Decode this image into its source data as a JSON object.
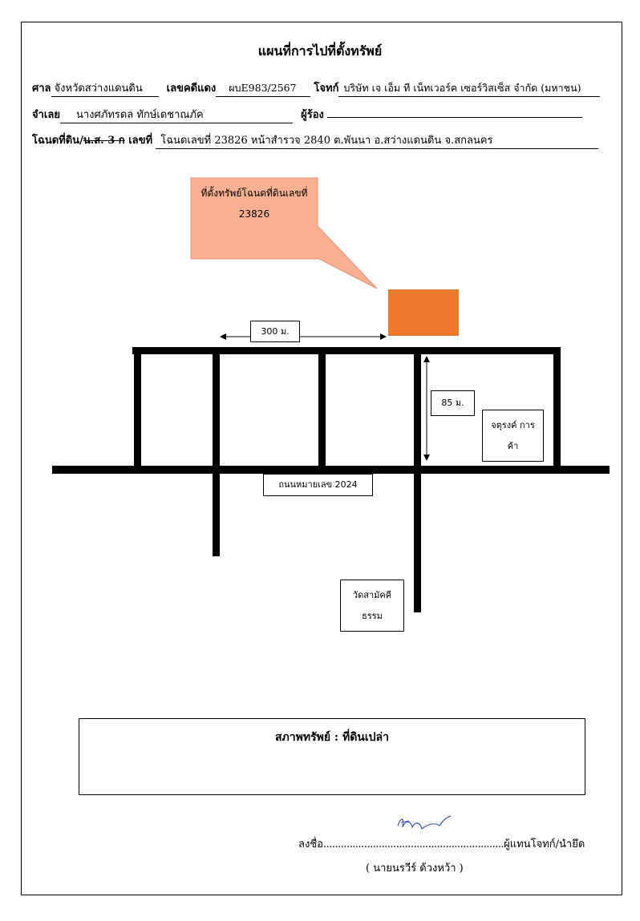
{
  "title": "แผนที่การไปที่ตั้งทรัพย์",
  "header": {
    "court_label": "ศาล",
    "court_value": "จังหวัดสว่างแดนดิน",
    "case_label": "เลขคดีแดง",
    "case_value": "ผบE983/2567",
    "plaintiff_label": "โจทก์",
    "plaintiff_value": "บริษัท เจ เอ็ม ที เน็ทเวอร์ค เซอร์วิสเซ็ส จำกัด (มหาชน)",
    "defendant_label": "จำเลย",
    "defendant_value": "นางศภัทรดล ทักษ์เดชาณภัค",
    "petitioner_label": "ผู้ร้อง",
    "petitioner_value": "",
    "deed_label_prefix": "โฉนดที่ดิน/",
    "deed_label_struck": "น.ส. 3 ก",
    "deed_label_suffix": " เลขที่",
    "deed_value": "โฉนดเลขที่ 23826 หน้าสำรวจ 2840 ต.พันนา อ.สว่างแดนดิน จ.สกลนคร"
  },
  "map": {
    "callout_text": "ที่ตั้งทรัพย์โฉนดที่ดินเลขที่ 23826",
    "distance_horizontal": "300 ม.",
    "distance_vertical": "85 ม.",
    "junction_label": "จตุรงค์ การค้า",
    "road_label": "ถนนหมายเลข 2024",
    "temple_label": "วัดสามัคคี ธรรม",
    "callout_color": "#f8b090",
    "property_color": "#ee7b2d"
  },
  "status": {
    "label": "สภาพทรัพย์ :  ที่ดินเปล่า"
  },
  "signature": {
    "sign_prefix": "ลงชื่อ",
    "dots": "..............................................................",
    "role": "ผู้แทนโจทก์/นำยึด",
    "name": "( นายนรวีร์ ด้วงหว้า )"
  }
}
